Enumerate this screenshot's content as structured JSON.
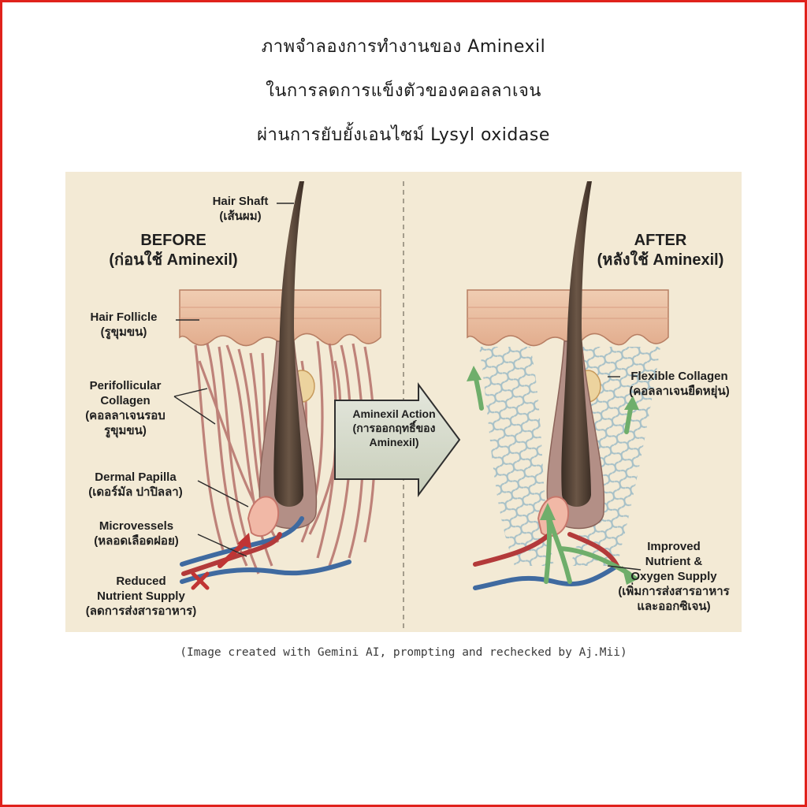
{
  "title": {
    "line1": "ภาพจำลองการทำงานของ  Aminexil",
    "line2": "ในการลดการแข็งตัวของคอลลาเจน",
    "line3": "ผ่านการยับยั้งเอนไซม์  Lysyl  oxidase"
  },
  "before": {
    "heading": "BEFORE",
    "heading_th": "(ก่อนใช้ Aminexil)",
    "labels": {
      "hair_shaft": [
        "Hair Shaft",
        "(เส้นผม)"
      ],
      "hair_follicle": [
        "Hair Follicle",
        "(รูขุมขน)"
      ],
      "perifollicular_collagen": [
        "Perifollicular",
        "Collagen",
        "(คอลลาเจนรอบ",
        "รูขุมขน)"
      ],
      "dermal_papilla": [
        "Dermal Papilla",
        "(เดอร์มัล ปาปิลลา)"
      ],
      "microvessels": [
        "Microvessels",
        "(หลอดเลือดฝอย)"
      ],
      "reduced_nutrient_supply": [
        "Reduced",
        "Nutrient Supply",
        "(ลดการส่งสารอาหาร)"
      ]
    }
  },
  "action": {
    "lines": [
      "Aminexil Action",
      "(การออกฤทธิ์ของ",
      "Aminexil)"
    ]
  },
  "after": {
    "heading": "AFTER",
    "heading_th": "(หลังใช้ Aminexil)",
    "labels": {
      "flexible_collagen": [
        "Flexible Collagen",
        "(คอลลาเจนยืดหยุ่น)"
      ],
      "improved_supply": [
        "Improved",
        "Nutrient &",
        "Oxygen Supply",
        "(เพิ่มการส่งสารอาหาร",
        "และออกซิเจน)"
      ]
    }
  },
  "caption": "(Image  created  with  Gemini  AI,  prompting  and  rechecked  by  Aj.Mii)",
  "colors": {
    "frame": "#e0221c",
    "panel_bg": "#f3ead5",
    "skin": "#e9bc9f",
    "collagen": "#b5706a",
    "collagen_flexible": "#9fbcc6",
    "hair": "#4a3a2e",
    "vessel_red": "#b33a3a",
    "vessel_blue": "#3f6aa0",
    "green_arrow": "#6fae6b"
  }
}
